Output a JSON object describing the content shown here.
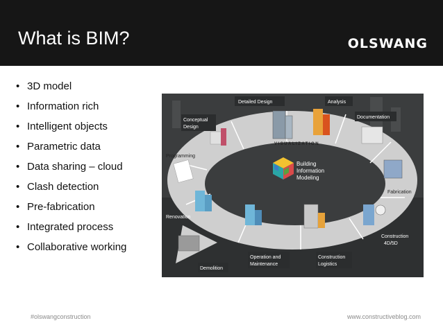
{
  "slide": {
    "title": "What is BIM?",
    "brand": "OLSWANG",
    "bullets": [
      "3D model",
      "Information rich",
      "Intelligent objects",
      "Parametric data",
      "Data sharing – cloud",
      "Clash detection",
      "Pre-fabrication",
      "Integrated process",
      "Collaborative working"
    ],
    "footer_left": "#olswangconstruction",
    "footer_right": "www.constructiveblog.com"
  },
  "figure": {
    "stages": {
      "detailed_design": "Detailed Design",
      "analysis": "Analysis",
      "conceptual_design_1": "Conceptual",
      "conceptual_design_2": "Design",
      "documentation": "Documentation",
      "programming": "Programming",
      "fabrication": "Fabrication",
      "renovation": "Renovation",
      "construction_1": "Construction",
      "construction_2": "4D/5D",
      "demolition": "Demolition",
      "operation_1": "Operation and",
      "operation_2": "Maintenance",
      "logistics_1": "Construction",
      "logistics_2": "Logistics"
    },
    "visualization": "VISUALIZATION",
    "center_1": "Building",
    "center_2": "Information",
    "center_3": "Modeling"
  },
  "colors": {
    "header_bg": "#161616",
    "figure_bg": "#3b3d3e",
    "ring": "#d9d9d9",
    "footer_text": "#8a8a8a"
  }
}
